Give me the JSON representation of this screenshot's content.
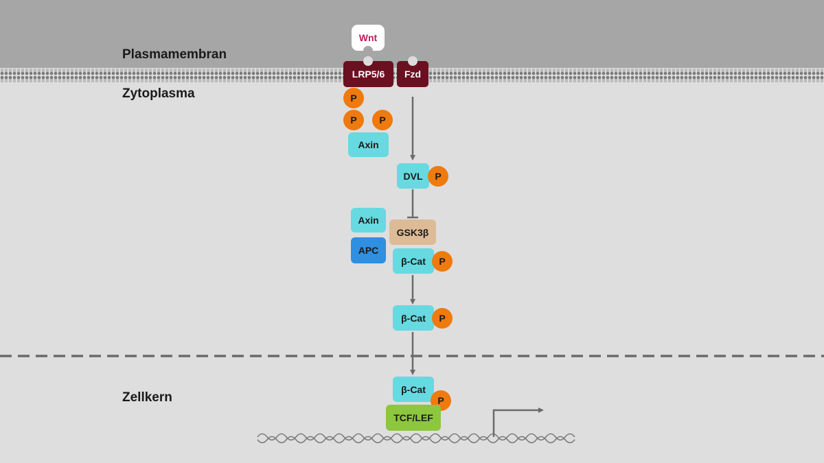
{
  "regions": {
    "plasma_membrane": "Plasmamembran",
    "cytoplasm": "Zytoplasma",
    "nucleus": "Zellkern"
  },
  "ligand": {
    "label": "Wnt",
    "text_color": "#c2185b"
  },
  "receptors": {
    "lrp": "LRP5/6",
    "fzd": "Fzd"
  },
  "phospho_label": "P",
  "proteins": {
    "axin_membrane": "Axin",
    "dvl": "DVL",
    "axin_complex": "Axin",
    "apc": "APC",
    "gsk3b": "GSK3β",
    "bcat_complex": "β-Cat",
    "bcat_free": "β-Cat",
    "bcat_nuclear": "β-Cat",
    "tcf_lef": "TCF/LEF"
  },
  "colors": {
    "extracellular": "#a6a6a6",
    "cytoplasm": "#dedede",
    "receptor": "#6b1020",
    "axin_dvl_bcat": "#67d9e0",
    "apc": "#2f8fe0",
    "gsk3b": "#ddbb96",
    "tcf_lef": "#8dc63f",
    "phosphate": "#ef7a0e",
    "arrow": "#6a6a6a"
  }
}
